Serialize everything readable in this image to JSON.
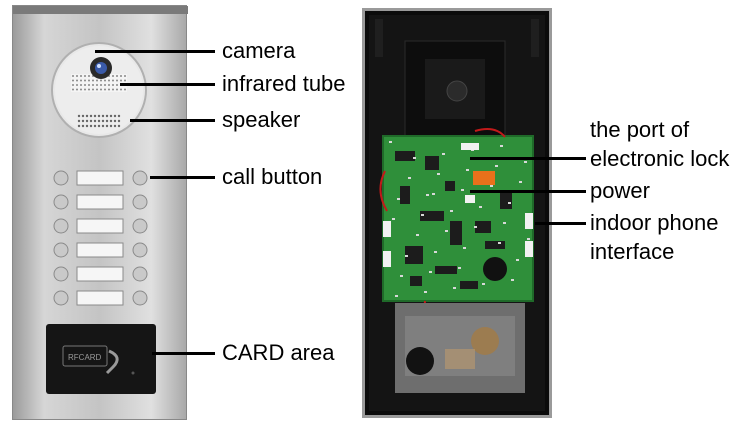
{
  "labels": {
    "camera": "camera",
    "infrared_tube": "infrared tube",
    "speaker": "speaker",
    "call_button": "call button",
    "card_area": "CARD area",
    "lock_port_line1": "the port of",
    "lock_port_line2": "electronic lock",
    "power": "power",
    "indoor_phone_line1": "indoor phone",
    "indoor_phone_line2": "interface"
  },
  "card_reader_text": "RFCARD",
  "call_button_rows": 6,
  "colors": {
    "panel_metal": "#c4c4c4",
    "pcb_green": "#2f8f3a",
    "housing_black": "#0b0b0b"
  }
}
